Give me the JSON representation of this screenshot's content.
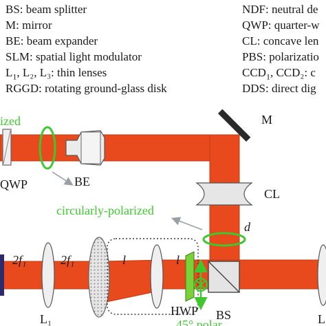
{
  "legend_left": [
    {
      "abbr": "BS",
      "sub": "",
      "rest": ": beam splitter"
    },
    {
      "abbr": "M",
      "sub": "",
      "rest": ": mirror"
    },
    {
      "abbr": "BE",
      "sub": "",
      "rest": ": beam expander"
    },
    {
      "abbr": "SLM",
      "sub": "",
      "rest": ": spatial light modulator"
    },
    {
      "abbr": "L",
      "sub": "1",
      "rest": ", L₂, L₃: thin lenses"
    },
    {
      "abbr": "RGGD",
      "sub": "",
      "rest": ": rotating ground-glass disk"
    }
  ],
  "legend_right": [
    {
      "abbr": "NDF",
      "sub": "",
      "rest": ": neutral de"
    },
    {
      "abbr": "QWP",
      "sub": "",
      "rest": ": quarter-w"
    },
    {
      "abbr": "CL",
      "sub": "",
      "rest": ": concave len"
    },
    {
      "abbr": "PBS",
      "sub": "",
      "rest": ": polarizatio"
    },
    {
      "abbr": "CCD",
      "sub": "1",
      "rest": ", CCD₂: c"
    },
    {
      "abbr": "DDS",
      "sub": "",
      "rest": ": direct dig"
    }
  ],
  "labels": {
    "top_left_green": "ized",
    "qwp": "QWP",
    "be": "BE",
    "mirror": "M",
    "cl": "CL",
    "circular": "circularly-polarized",
    "d": "d",
    "two_f1_a": "2f₁",
    "two_f1_b": "2f₁",
    "l_a": "l",
    "l_b": "l",
    "hwp": "HWP",
    "bs": "BS",
    "l1": "L₁",
    "bottom_green": "45° polar",
    "bottom_right": "L"
  },
  "colors": {
    "beam": "#e8491d",
    "beam_edge": "#c23a12",
    "green": "#3ec82e",
    "lens_fill": "#f2f2f2",
    "lens_stroke": "#555555",
    "arrow": "#9aa0a6",
    "hwp": "#7bd13a",
    "diffuser": "#cfcfcf"
  }
}
